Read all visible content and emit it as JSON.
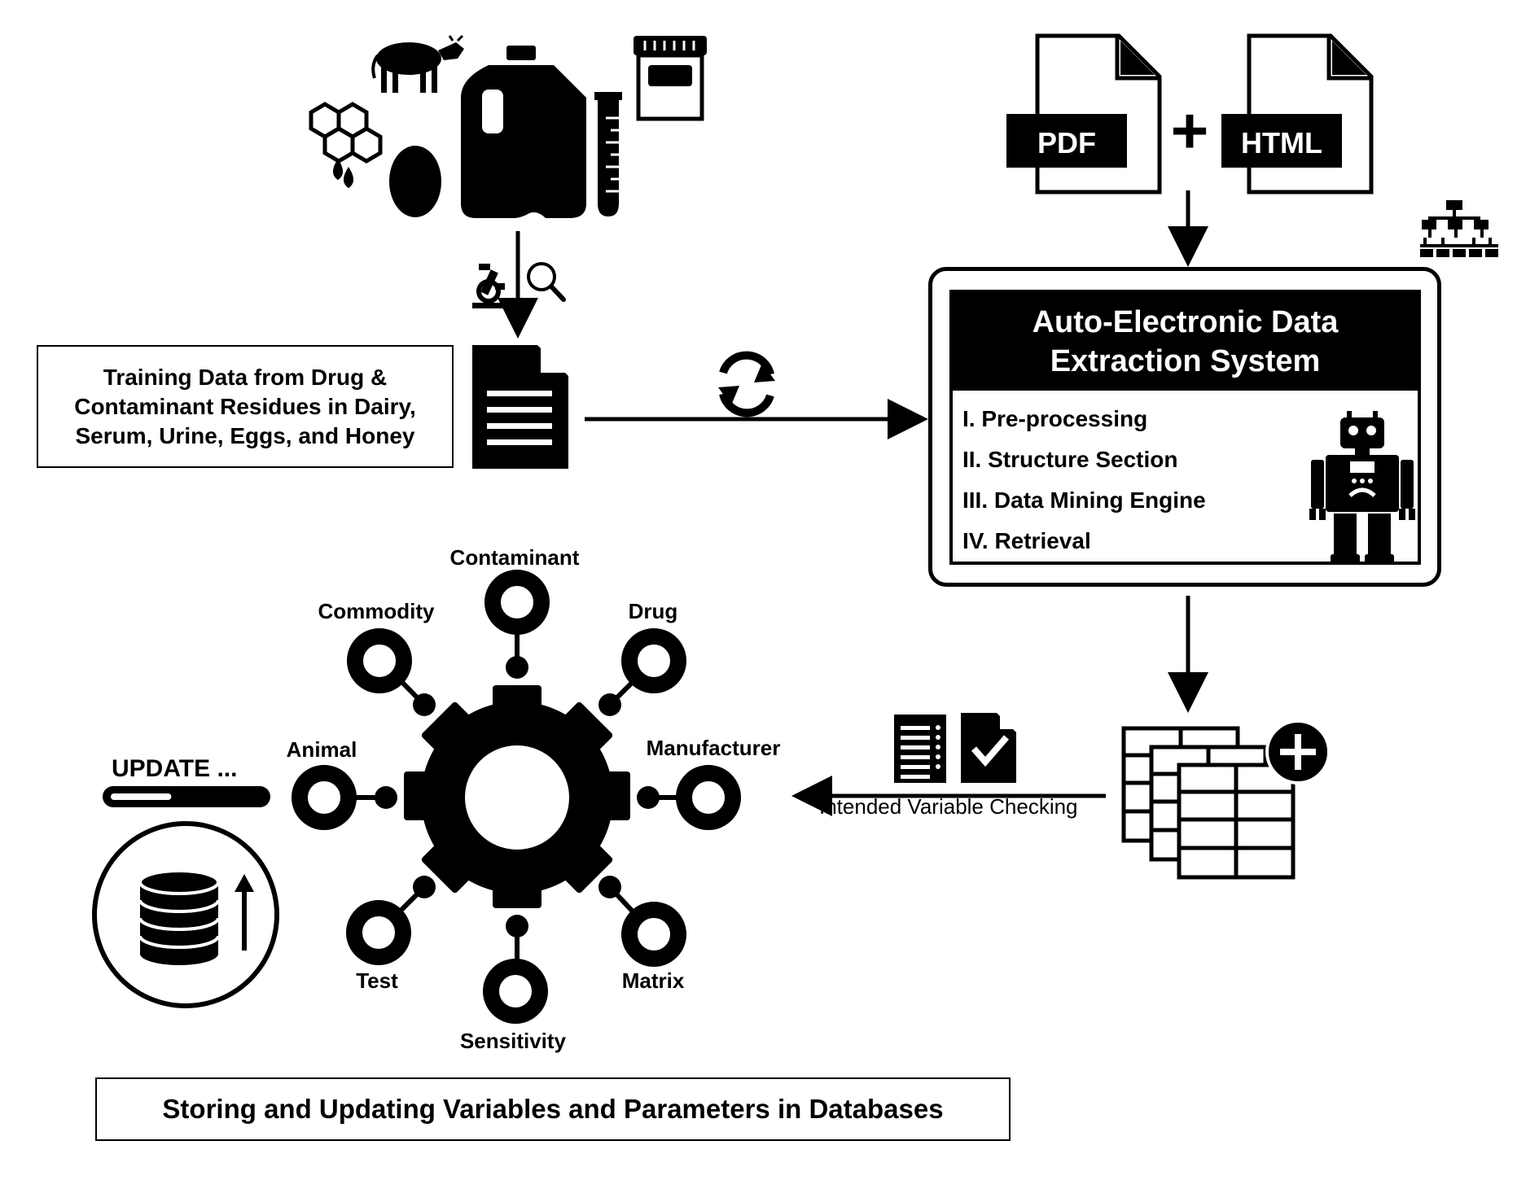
{
  "training_box": {
    "line1": "Training Data from Drug &",
    "line2": "Contaminant Residues in Dairy,",
    "line3": "Serum, Urine, Eggs, and Honey"
  },
  "file_labels": {
    "pdf": "PDF",
    "html": "HTML",
    "plus": "+"
  },
  "aeds": {
    "title_line1": "Auto-Electronic Data",
    "title_line2": "Extraction System",
    "steps": [
      "I. Pre-processing",
      "II. Structure Section",
      "III. Data Mining Engine",
      "IV. Retrieval"
    ]
  },
  "gear_nodes": {
    "contaminant": "Contaminant",
    "commodity": "Commodity",
    "drug": "Drug",
    "animal": "Animal",
    "manufacturer": "Manufacturer",
    "test": "Test",
    "matrix": "Matrix",
    "sensitivity": "Sensitivity"
  },
  "update_label": "UPDATE ...",
  "update_progress": 0.4,
  "check_label": "Intended Variable Checking",
  "storing_box": "Storing and Updating Variables and Parameters in Databases",
  "icons": {
    "sources": [
      "cow-icon",
      "honeycomb-icon",
      "egg-icon",
      "milk-jug-icon",
      "test-tube-icon",
      "urine-cup-icon"
    ],
    "analysis": [
      "microscope-icon",
      "magnifier-icon"
    ],
    "other": [
      "document-icon",
      "sync-icon",
      "hierarchy-icon",
      "robot-icon",
      "checklist-icon",
      "checked-document-icon",
      "tables-add-icon",
      "database-icon",
      "gear-icon"
    ]
  }
}
